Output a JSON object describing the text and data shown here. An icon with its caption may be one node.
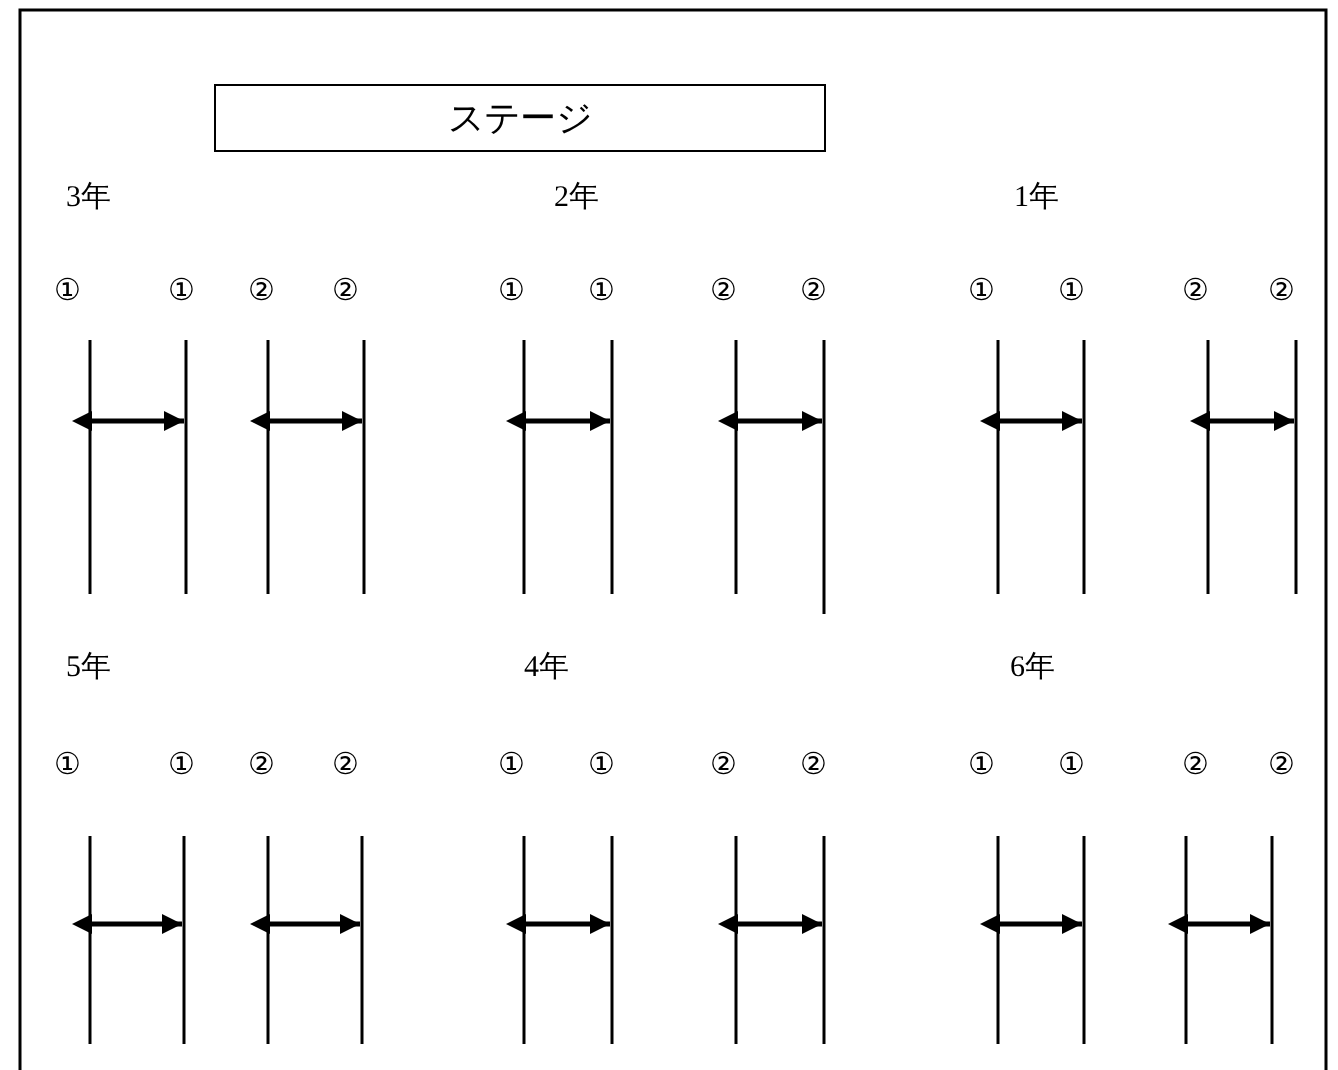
{
  "diagram": {
    "nodes": [
      {
        "text": [
          "ステージ"
        ]
      }
    ],
    "labels": [
      "3年",
      "2年",
      "1年",
      "①",
      "①",
      "②",
      "②",
      "①",
      "①",
      "②",
      "②",
      "①",
      "①",
      "②",
      "②",
      "5年",
      "4年",
      "6年",
      "①",
      "①",
      "②",
      "②",
      "①",
      "①",
      "②",
      "②",
      "①",
      "①",
      "②",
      "②"
    ]
  }
}
